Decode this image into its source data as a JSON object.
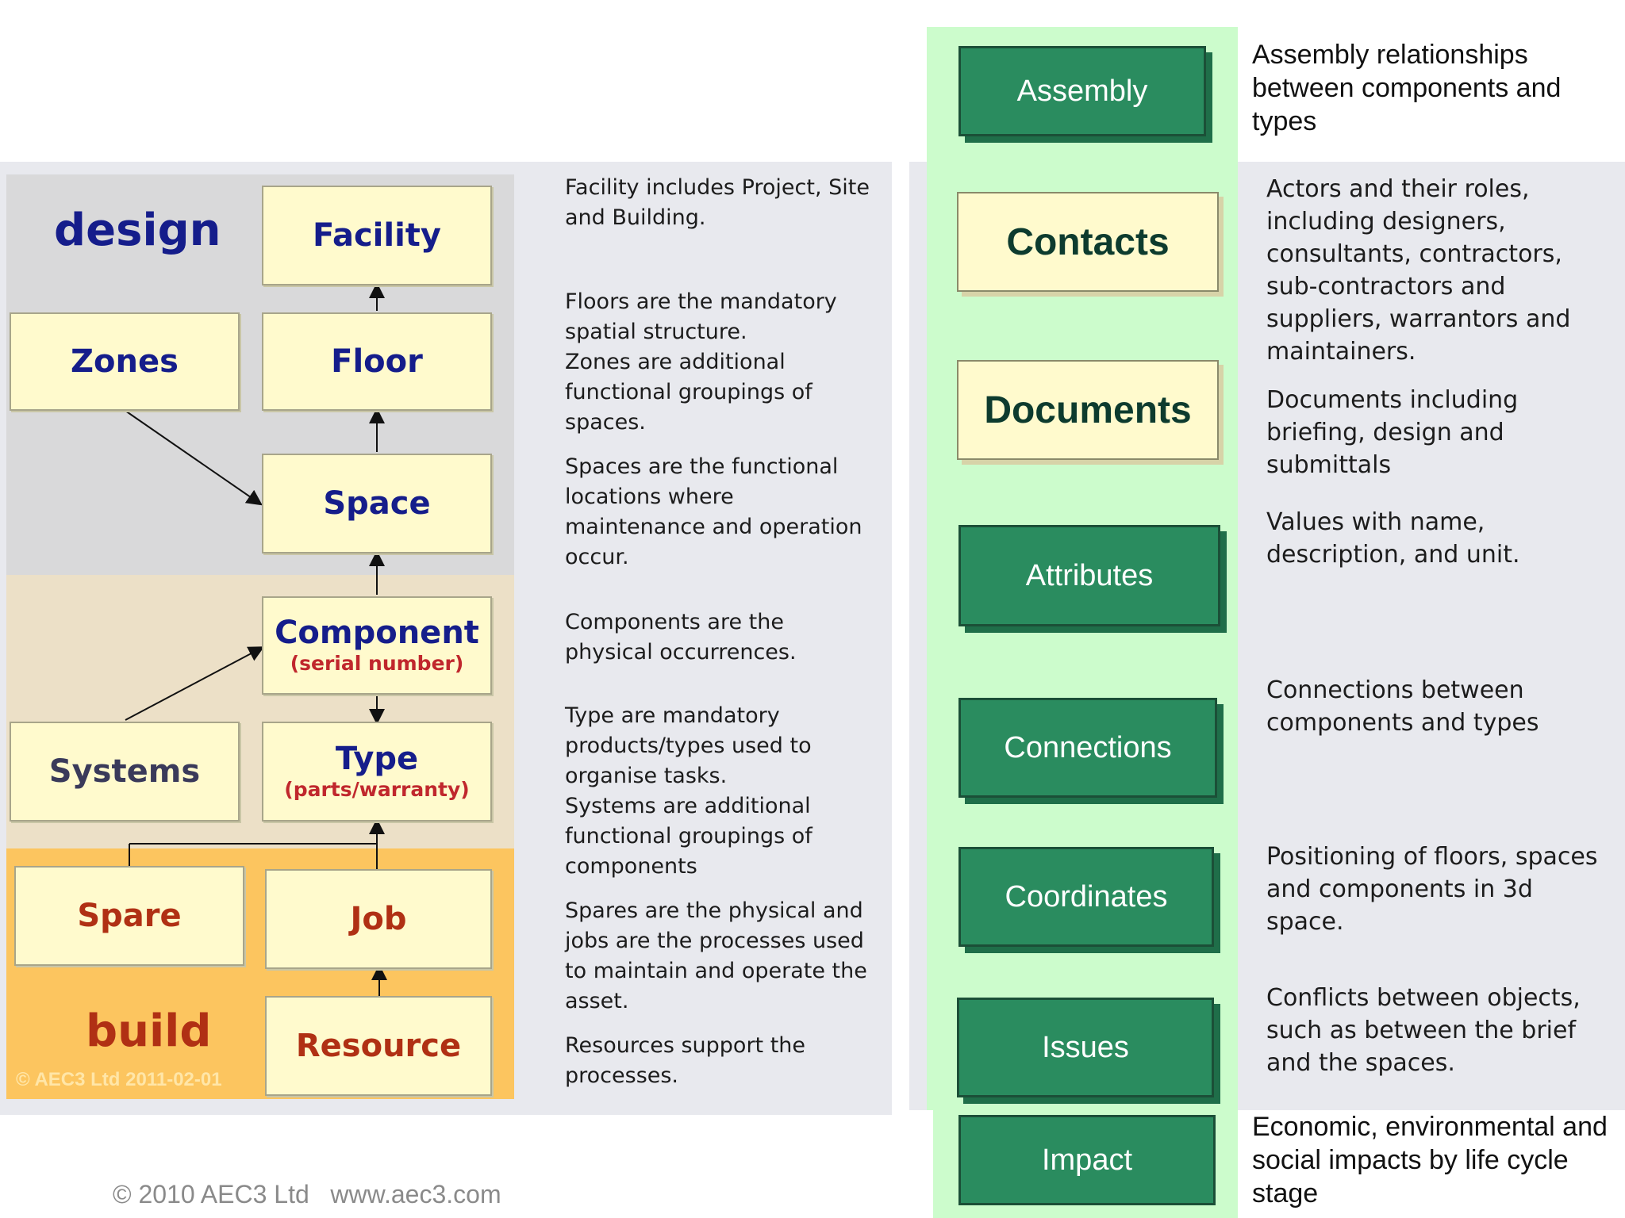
{
  "left_diagram": {
    "band_design_label": "design",
    "band_build_label": "build",
    "watermark": "© AEC3 Ltd 2011-02-01",
    "boxes": {
      "facility": "Facility",
      "zones": "Zones",
      "floor": "Floor",
      "space": "Space",
      "component": "Component",
      "component_sub": "(serial number)",
      "systems": "Systems",
      "type": "Type",
      "type_sub": "(parts/warranty)",
      "spare": "Spare",
      "job": "Job",
      "resource": "Resource"
    }
  },
  "left_descriptions": [
    "Facility includes Project, Site and Building.",
    "Floors are the mandatory spatial structure.\nZones are additional functional groupings of spaces.",
    "Spaces are the functional locations where maintenance and operation occur.",
    "Components are the physical occurrences.",
    "Type are mandatory products/types used to organise tasks.\nSystems are additional functional groupings of components",
    "Spares are the physical and jobs are the processes used to maintain and operate the asset.",
    "Resources support the processes."
  ],
  "right_boxes": {
    "assembly": "Assembly",
    "contacts": "Contacts",
    "documents": "Documents",
    "attributes": "Attributes",
    "connections": "Connections",
    "coordinates": "Coordinates",
    "issues": "Issues",
    "impact": "Impact"
  },
  "right_descriptions": {
    "assembly": "Assembly relationships between components and types",
    "contacts": "Actors and their roles, including designers, consultants, contractors, sub-contractors and suppliers, warrantors and maintainers.",
    "documents": "Documents including briefing, design and submittals",
    "attributes": "Values with name, description, and unit.",
    "connections": "Connections between components and types",
    "coordinates": "Positioning of floors, spaces and components in 3d space.",
    "issues": "Conflicts between objects, such as between the brief and the spaces.",
    "impact": "Economic, environmental and social impacts by life cycle stage"
  },
  "footer": "© 2010 AEC3 Ltd   www.aec3.com",
  "colors": {
    "green_box": "#2a8c5f",
    "light_green_bg": "#ccfccc",
    "yellow_box": "#fffacd",
    "design_band": "#d9d9da",
    "build_band": "#fcc55f",
    "navy_text": "#151d8b"
  }
}
